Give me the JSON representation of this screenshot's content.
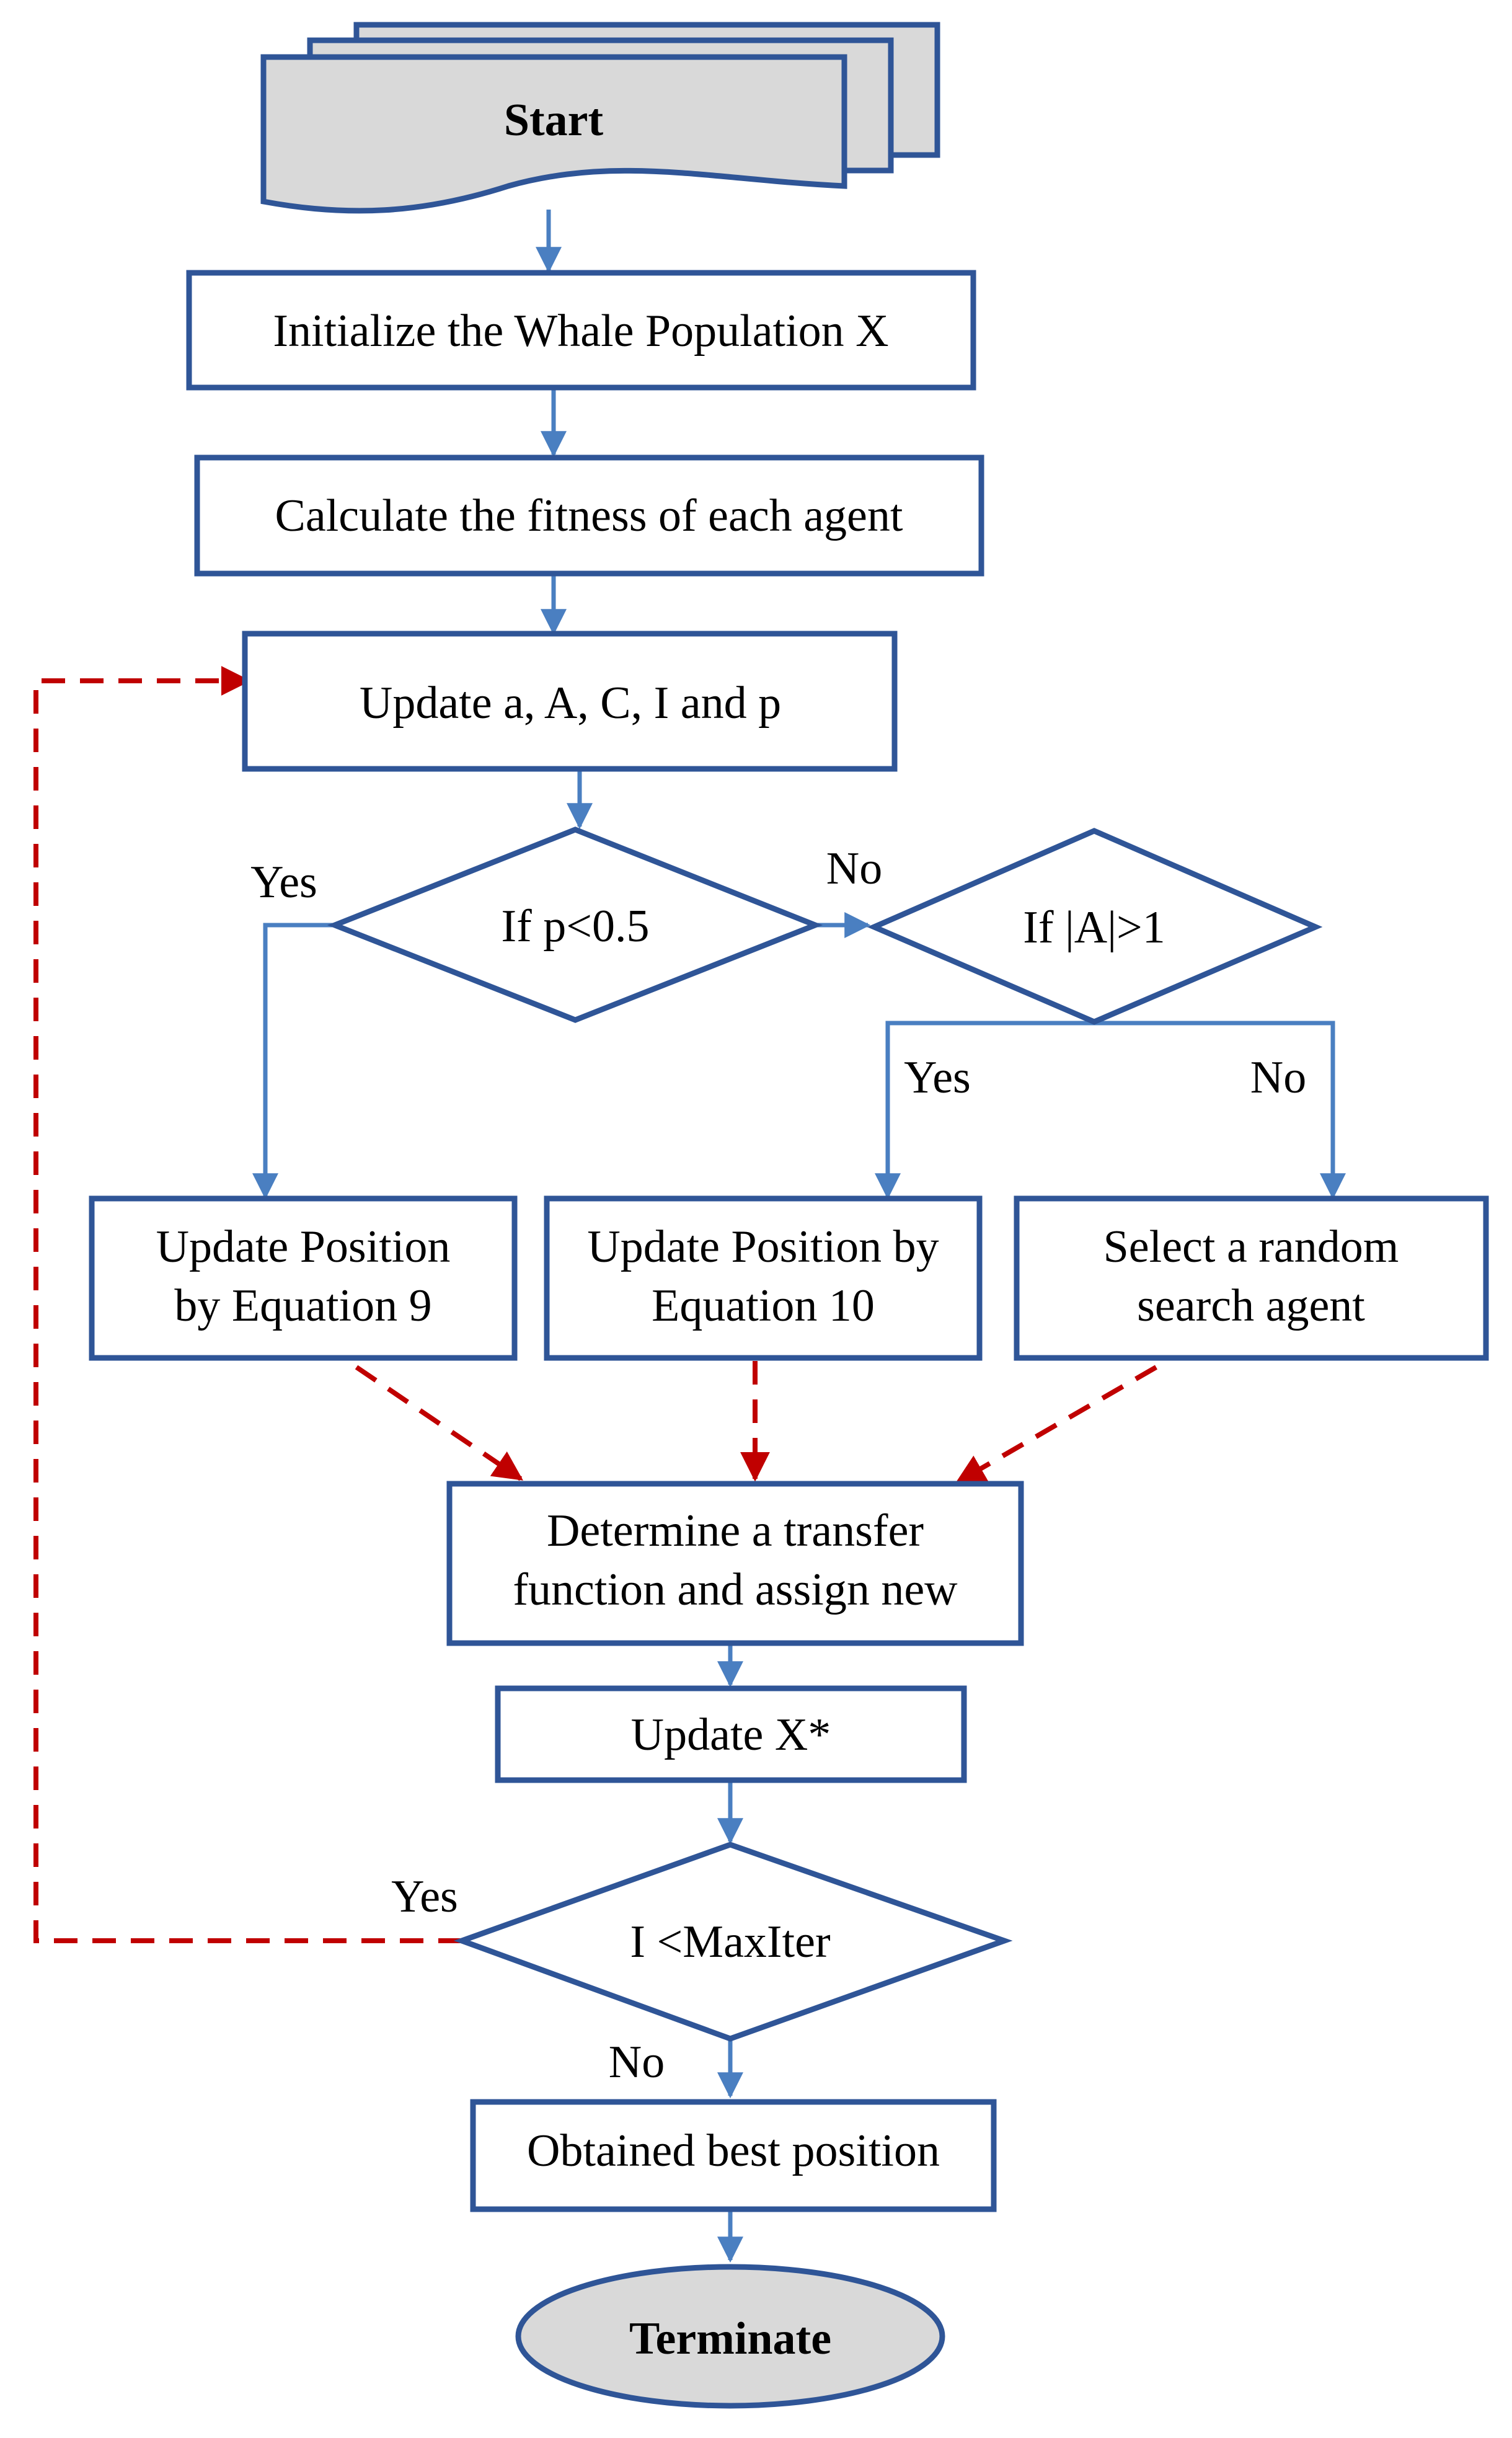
{
  "colors": {
    "box_border": "#2f5597",
    "solid_arrow": "#4a7fc1",
    "dashed_arrow": "#c00000",
    "terminal_fill": "#d9d9d9"
  },
  "nodes": {
    "start": "Start",
    "init": "Initialize the Whale Population X",
    "fitness": "Calculate the fitness of each agent",
    "update_params": "Update a, A, C, I and p",
    "decision_p": "If p<0.5",
    "decision_a": "If |A|>1",
    "eq9": [
      "Update Position",
      "by Equation 9"
    ],
    "eq10": [
      "Update Position by",
      "Equation 10"
    ],
    "random": [
      "Select a random",
      "search agent"
    ],
    "transfer": [
      "Determine a transfer",
      "function and assign new"
    ],
    "update_x": "Update X*",
    "decision_iter": "I <MaxIter",
    "best": "Obtained best position",
    "terminate": "Terminate"
  },
  "edge_labels": {
    "p_yes": "Yes",
    "p_no": "No",
    "a_yes": "Yes",
    "a_no": "No",
    "iter_yes": "Yes",
    "iter_no": "No"
  }
}
